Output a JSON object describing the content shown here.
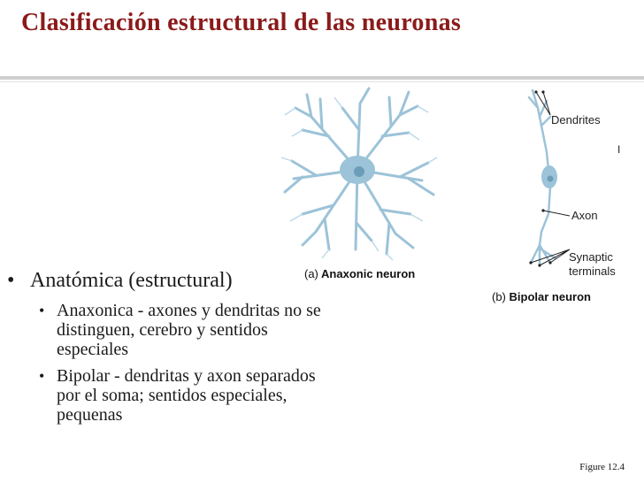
{
  "slide": {
    "title": "Clasificación estructural de las neuronas",
    "figure_ref": "Figure 12.4"
  },
  "bullets": {
    "main": "Anatómica (estructural)",
    "items": [
      "Anaxonica - axones y dendritas no se distinguen, cerebro y sentidos especiales",
      "Bipolar - dendritas y axon separados por el soma; sentidos especiales, pequenas"
    ]
  },
  "figure": {
    "neuron_a": {
      "letter": "(a)",
      "name": "Anaxonic neuron"
    },
    "neuron_b": {
      "letter": "(b)",
      "name": "Bipolar neuron",
      "labels": {
        "dendrites": "Dendrites",
        "axon": "Axon",
        "synaptic_1": "Synaptic",
        "synaptic_2": "terminals",
        "cutoff": "I"
      }
    }
  },
  "colors": {
    "title": "#8b1a1a",
    "neuron": "#9cc3d8",
    "neuron_dark": "#6c9db8"
  }
}
